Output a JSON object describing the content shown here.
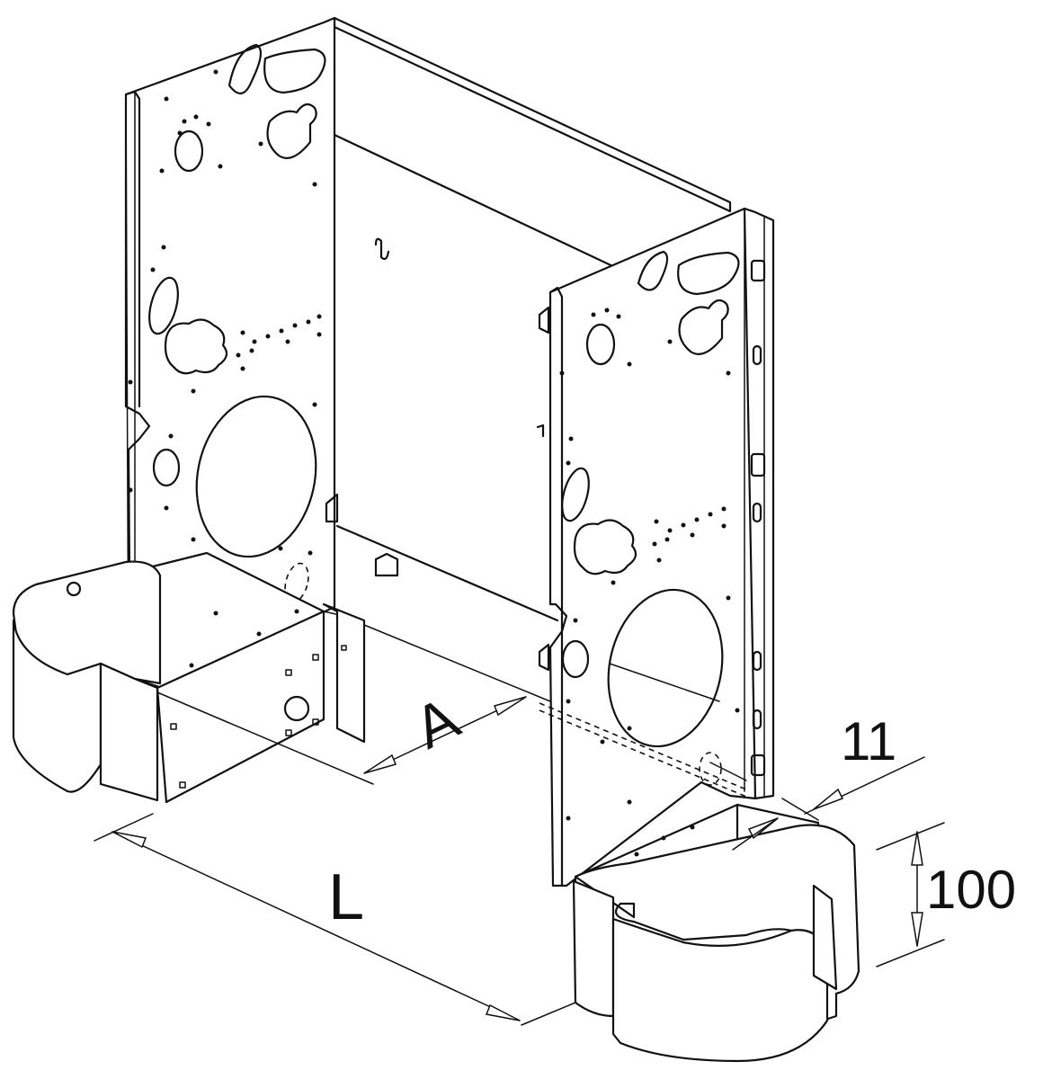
{
  "dimensions": {
    "a_label": "A",
    "l_label": "L",
    "gap_value": "11",
    "height_value": "100"
  }
}
